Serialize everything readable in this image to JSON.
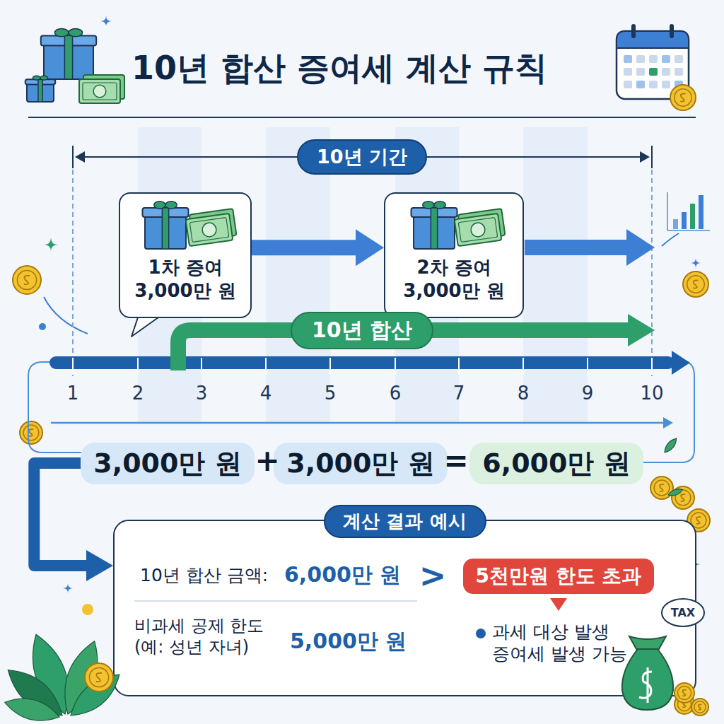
{
  "diagram": {
    "title": "10년 합산 증여세 계산 규칙",
    "nodes": [
      {
        "text": [
          "10년 기간"
        ]
      },
      {
        "text": [
          "1차 증여",
          "3,000만 원"
        ]
      },
      {
        "text": [
          "2차 증여",
          "3,000만 원"
        ]
      },
      {
        "text": [
          "10년 합산"
        ]
      },
      {
        "text": [
          "3,000만 원"
        ]
      },
      {
        "text": [
          "3,000만 원"
        ]
      },
      {
        "text": [
          "6,000만 원"
        ]
      },
      {
        "text": [
          "계산 결과 예시"
        ]
      },
      {
        "text": [
          "5천만원 한도 초과"
        ],
        "in": 7
      },
      {
        "text": [
          "TAX"
        ]
      }
    ],
    "edges": [
      {
        "from": 1,
        "to": 2,
        "arrow": "to"
      },
      {
        "from": 4,
        "to": 7,
        "arrow": "to"
      }
    ],
    "labels": [
      "1",
      "2",
      "3",
      "4",
      "5",
      "6",
      "7",
      "8",
      "9",
      "10",
      "+",
      "=",
      "10년 합산 금액:",
      "6,000만 원",
      ">",
      "비과세 공제 한도 (예: 성년 자녀)",
      "5,000만 원",
      "과세 대상 발생 증여세 발생 가능"
    ]
  }
}
